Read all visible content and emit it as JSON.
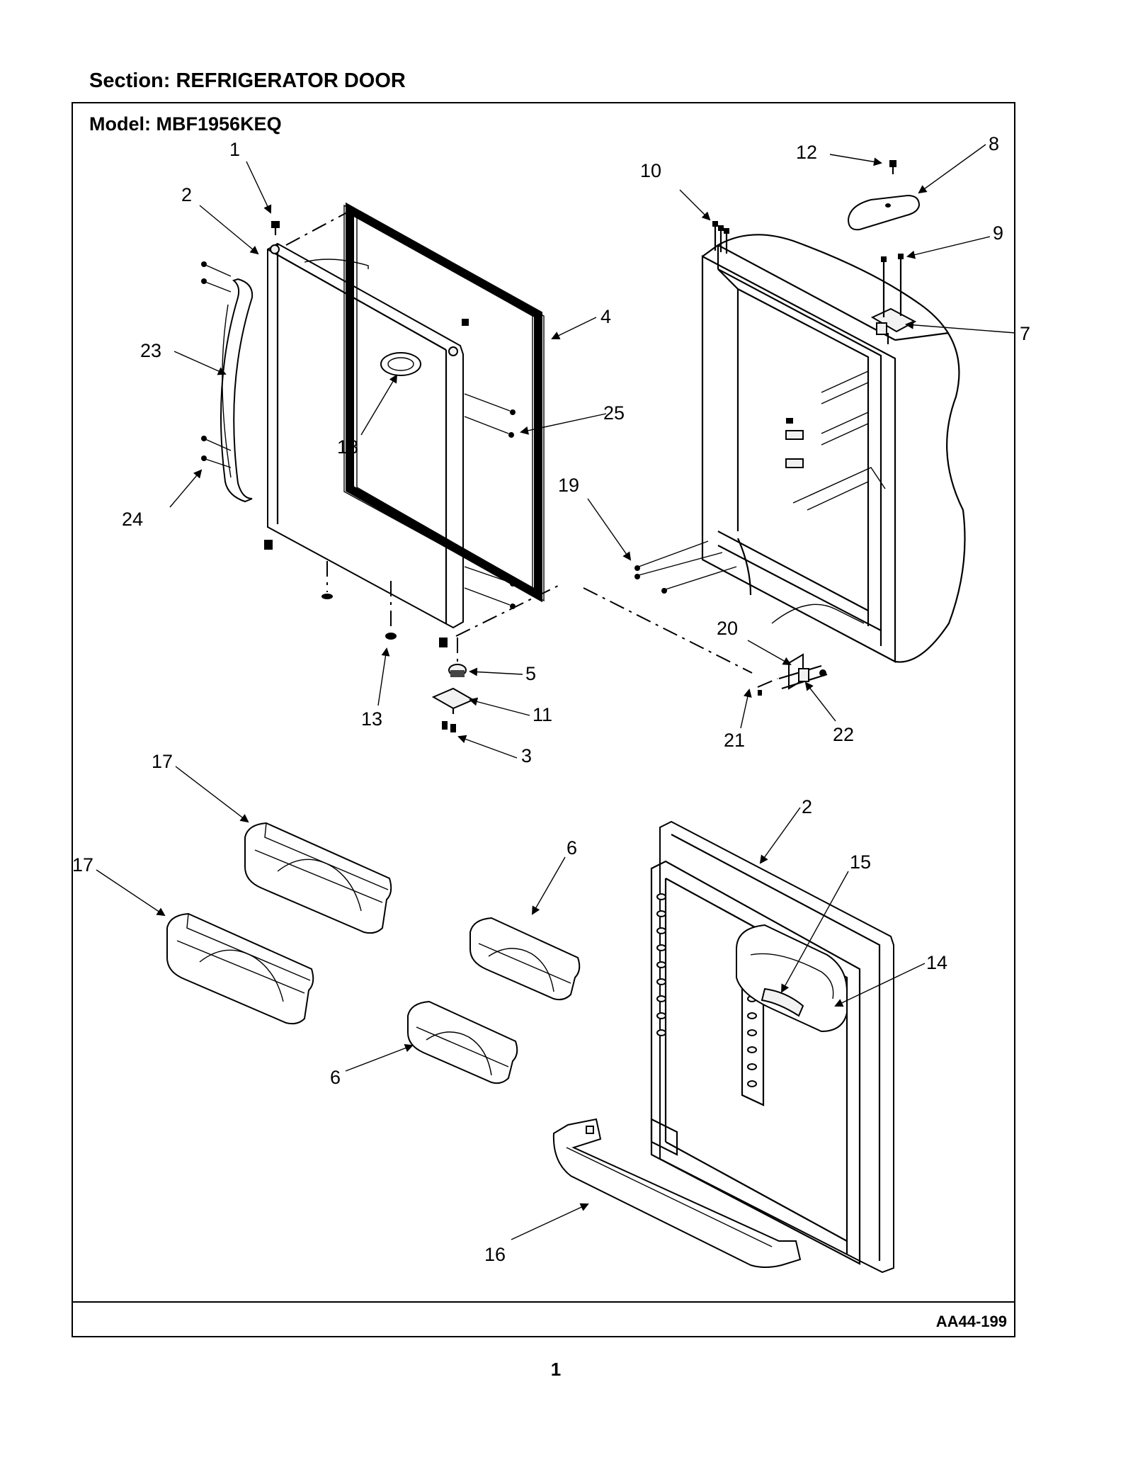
{
  "section": {
    "label": "Section:",
    "value": "REFRIGERATOR DOOR"
  },
  "model": {
    "label": "Model:",
    "value": "MBF1956KEQ"
  },
  "ref_code": "AA44-199",
  "page_number": "1",
  "callouts": [
    "1",
    "2",
    "3",
    "4",
    "5",
    "6",
    "7",
    "8",
    "9",
    "10",
    "11",
    "12",
    "13",
    "14",
    "15",
    "16",
    "17",
    "18",
    "19",
    "20",
    "21",
    "22",
    "23",
    "24",
    "25",
    "2",
    "6",
    "17"
  ]
}
